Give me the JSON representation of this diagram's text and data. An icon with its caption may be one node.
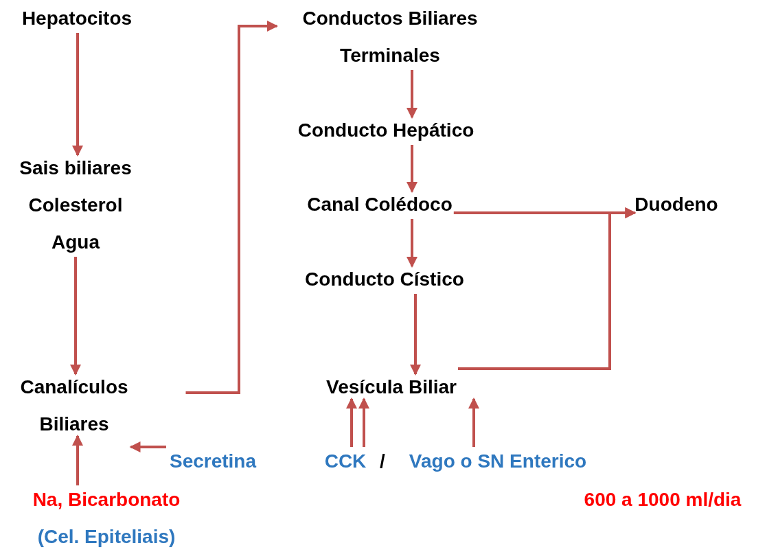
{
  "diagram": {
    "nodes": [
      {
        "text": [
          "Hepatocitos"
        ]
      },
      {
        "text": [
          "Sais biliares",
          "Colesterol",
          "Agua"
        ]
      },
      {
        "text": [
          "Canalículos Biliares"
        ]
      },
      {
        "text": [
          "Conductos Biliares Terminales"
        ]
      },
      {
        "text": [
          "Conducto Hepático"
        ]
      },
      {
        "text": [
          "Canal Colédoco"
        ]
      },
      {
        "text": [
          "Conducto Cístico"
        ]
      },
      {
        "text": [
          "Vesícula Biliar"
        ]
      },
      {
        "text": [
          "Duodeno"
        ]
      },
      {
        "text": [
          "Secretina"
        ]
      },
      {
        "text": [
          "Na, Bicarbonato",
          "(Cel. Epiteliais)"
        ]
      },
      {
        "text": [
          "CCK"
        ]
      },
      {
        "text": [
          "Vago o SN Enterico"
        ]
      }
    ],
    "edges": [
      {
        "from": 0,
        "to": 1,
        "arrow": "to"
      },
      {
        "from": 1,
        "to": 2,
        "arrow": "to"
      },
      {
        "from": 2,
        "to": 3,
        "arrow": "to"
      },
      {
        "from": 3,
        "to": 4,
        "arrow": "to"
      },
      {
        "from": 4,
        "to": 5,
        "arrow": "to"
      },
      {
        "from": 5,
        "to": 6,
        "arrow": "to"
      },
      {
        "from": 6,
        "to": 7,
        "arrow": "to"
      },
      {
        "from": 5,
        "to": 8,
        "arrow": "to"
      },
      {
        "from": 7,
        "to": 8,
        "arrow": "to"
      },
      {
        "from": 9,
        "to": 2,
        "arrow": "to"
      },
      {
        "from": 10,
        "to": 2,
        "arrow": "to"
      },
      {
        "from": 11,
        "to": 7,
        "arrow": "to"
      },
      {
        "from": 11,
        "to": 7,
        "arrow": "to"
      },
      {
        "from": 12,
        "to": 7,
        "arrow": "to"
      }
    ],
    "labels": [
      "/",
      "600 a 1000 ml/dia"
    ]
  }
}
